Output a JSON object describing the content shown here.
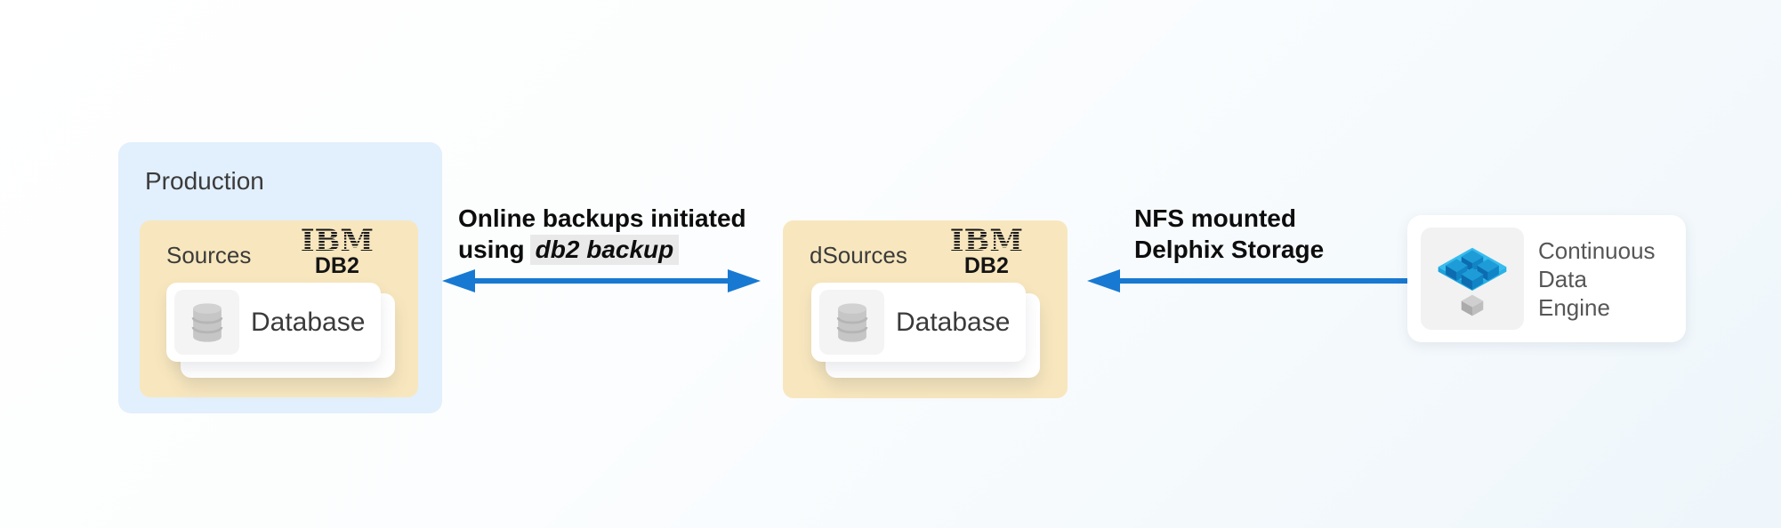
{
  "colors": {
    "arrow_blue": "#1879D2",
    "production_fill": "#E2EFFC",
    "sources_fill": "#F8E7BE",
    "card_fill": "#FFFFFF",
    "icon_tile_fill": "#F4F4F4",
    "code_highlight": "#E9E9E9",
    "delphix_platform_cyan": "#36BCEE",
    "delphix_cube_blue": "#0D6CB0"
  },
  "production": {
    "label": "Production",
    "sources": {
      "label": "Sources",
      "logo": {
        "brand": "IBM",
        "product": "DB2"
      },
      "database_card": {
        "label": "Database",
        "icon": "database-cylinder-icon"
      }
    }
  },
  "dsources": {
    "label": "dSources",
    "logo": {
      "brand": "IBM",
      "product": "DB2"
    },
    "database_card": {
      "label": "Database",
      "icon": "database-cylinder-icon"
    }
  },
  "backup_arrow": {
    "direction": "bidirectional",
    "line1": "Online backups initiated",
    "line2_prefix": "using",
    "line2_code": "db2 backup"
  },
  "nfs_arrow": {
    "direction": "left",
    "line1": "NFS mounted",
    "line2": "Delphix Storage"
  },
  "engine": {
    "icon": "delphix-cube-grid-icon",
    "line1": "Continuous",
    "line2": "Data",
    "line3": "Engine"
  }
}
